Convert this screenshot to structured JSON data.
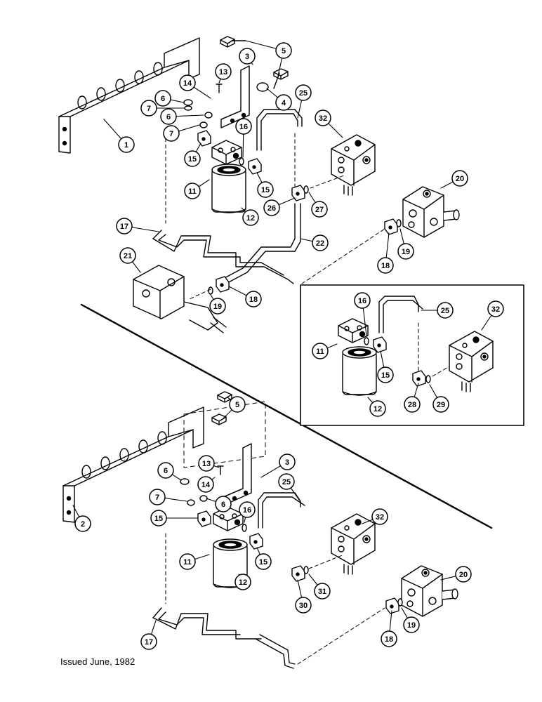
{
  "footer": {
    "issued": "Issued June, 1982"
  },
  "callout_labels": {
    "c1": "1",
    "c2": "2",
    "c3": "3",
    "c4": "4",
    "c5": "5",
    "c6": "6",
    "c7": "7",
    "c11": "11",
    "c12": "12",
    "c13": "13",
    "c14": "14",
    "c15": "15",
    "c16": "16",
    "c17": "17",
    "c18": "18",
    "c19": "19",
    "c20": "20",
    "c21": "21",
    "c22": "22",
    "c25": "25",
    "c26": "26",
    "c27": "27",
    "c28": "28",
    "c29": "29",
    "c30": "30",
    "c31": "31",
    "c32": "32"
  }
}
